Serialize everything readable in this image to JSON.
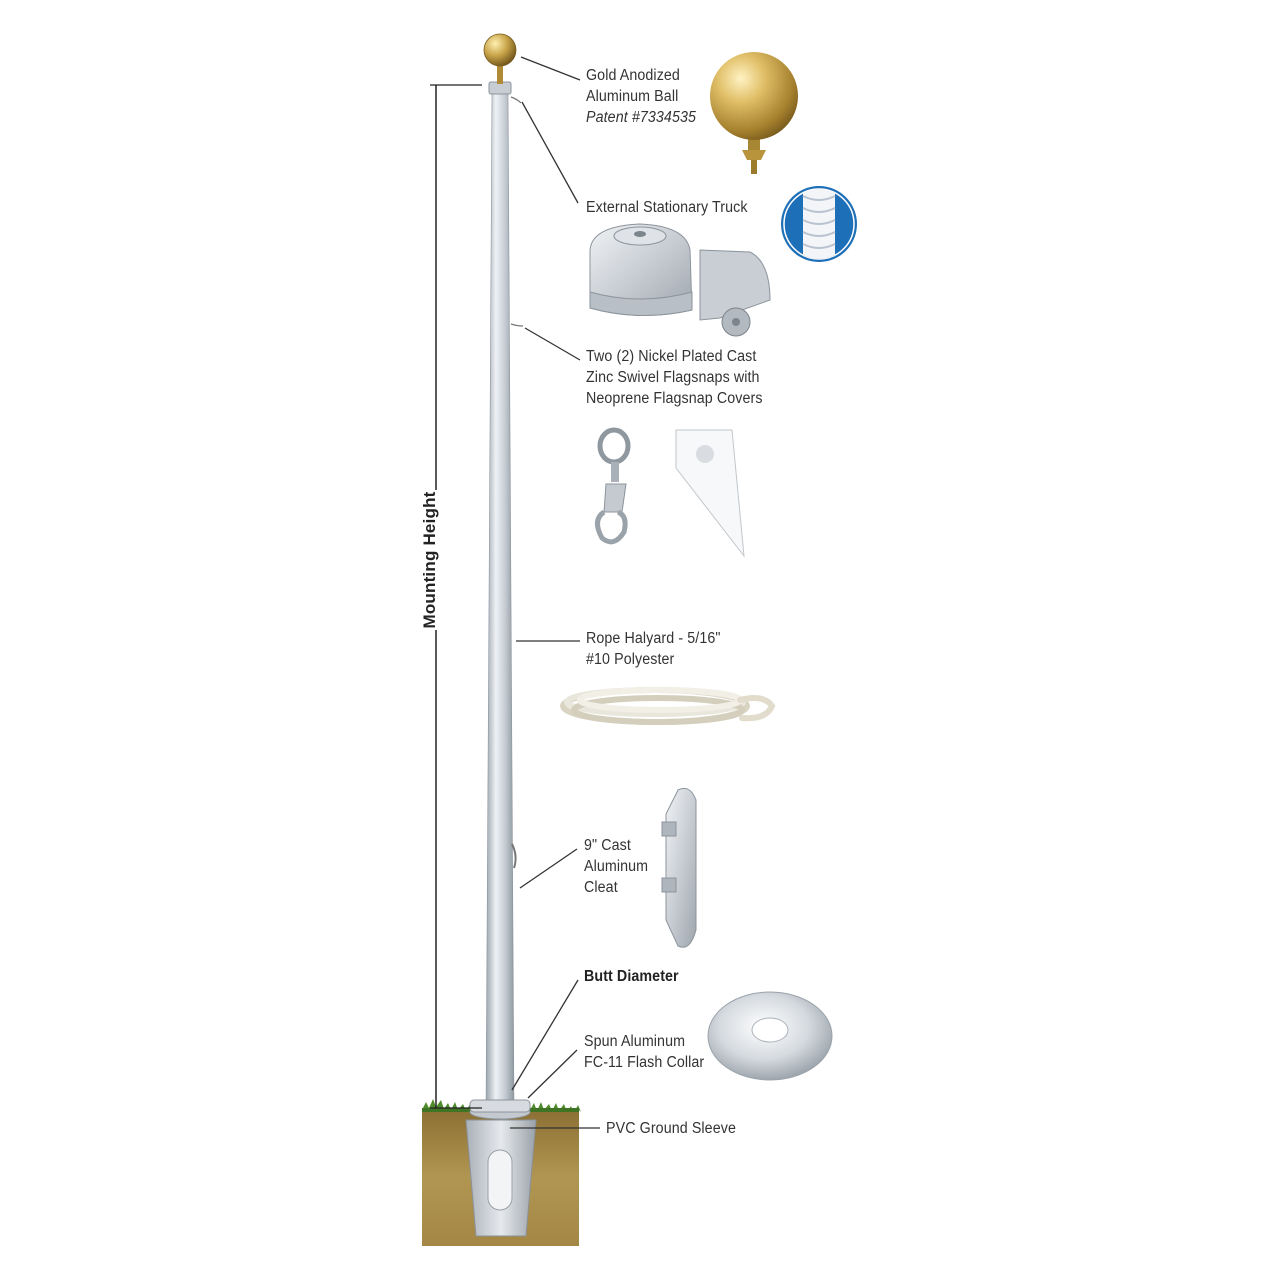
{
  "labels": {
    "ball": {
      "line1": "Gold Anodized",
      "line2": "Aluminum Ball",
      "patent": "Patent #7334535"
    },
    "truck": "External Stationary Truck",
    "flagsnaps": {
      "line1": "Two (2) Nickel Plated Cast",
      "line2": "Zinc Swivel Flagsnaps with",
      "line3": "Neoprene Flagsnap Covers"
    },
    "halyard": {
      "line1": "Rope Halyard - 5/16\"",
      "line2": "#10 Polyester"
    },
    "cleat": {
      "line1": "9\" Cast",
      "line2": "Aluminum",
      "line3": "Cleat"
    },
    "butt": "Butt Diameter",
    "collar": {
      "line1": "Spun Aluminum",
      "line2": "FC-11 Flash Collar"
    },
    "sleeve": "PVC Ground Sleeve",
    "mounting_height": "Mounting Height"
  },
  "colors": {
    "gold": "#c9a54a",
    "pole": "#c9cfd6",
    "soil": "#a98a45",
    "grass": "#4f8a2c",
    "rope_blue": "#1d6fb8",
    "leader": "#333333"
  },
  "icons": [
    "gold-ball-icon",
    "truck-icon",
    "rope-crosssection-icon",
    "swivel-snap-icon",
    "snap-cover-icon",
    "rope-coil-icon",
    "cleat-icon",
    "flash-collar-icon"
  ]
}
